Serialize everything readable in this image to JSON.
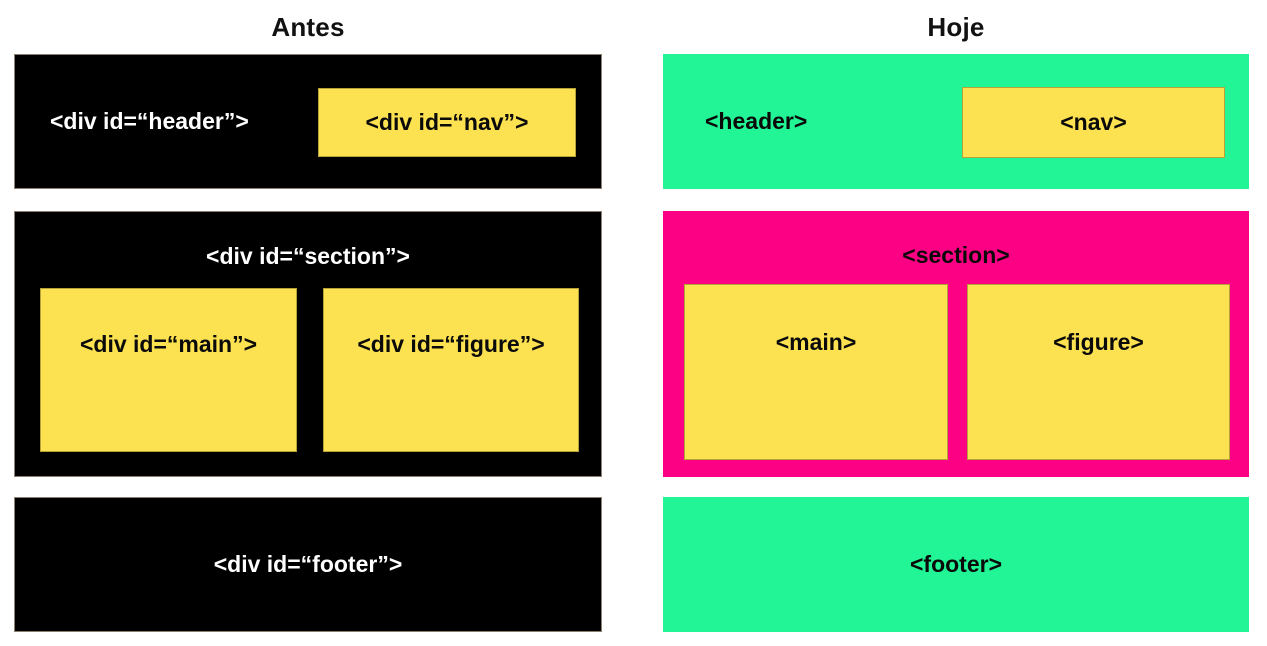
{
  "colors": {
    "black_box": "#000000",
    "green_box": "#21F595",
    "pink_box": "#FC0183",
    "yellow_box": "#FCE150",
    "white_text": "#ffffff",
    "black_text": "#0a0a0a"
  },
  "before": {
    "title": "Antes",
    "header": {
      "label": "<div id=“header”>",
      "nav_label": "<div id=“nav”>"
    },
    "section": {
      "label": "<div id=“section”>",
      "main_label": "<div id=“main”>",
      "figure_label": "<div id=“figure”>"
    },
    "footer": {
      "label": "<div id=“footer”>"
    }
  },
  "after": {
    "title": "Hoje",
    "header": {
      "label": "<header>",
      "nav_label": "<nav>"
    },
    "section": {
      "label": "<section>",
      "main_label": "<main>",
      "figure_label": "<figure>"
    },
    "footer": {
      "label": "<footer>"
    }
  }
}
